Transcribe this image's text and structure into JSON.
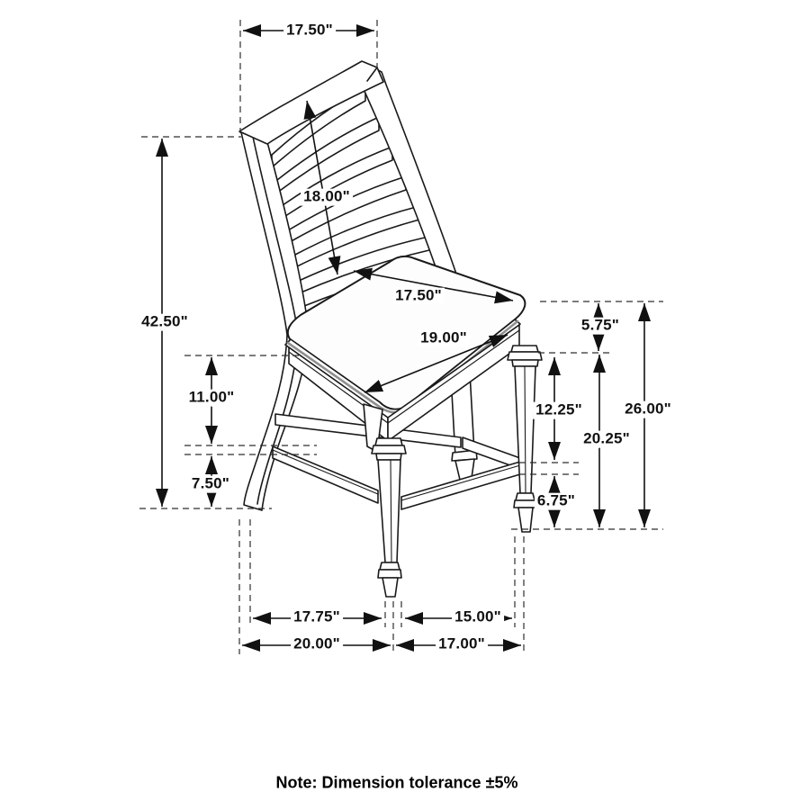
{
  "note": "Note: Dimension tolerance ±5%",
  "dims": {
    "top_width": "17.50\"",
    "backrest_height": "18.00\"",
    "overall_height": "42.50\"",
    "seat_width": "17.50\"",
    "seat_depth": "19.00\"",
    "seat_front_thickness": "5.75\"",
    "left_seat_to_stretcher": "11.00\"",
    "left_stretcher_to_floor": "7.50\"",
    "right_seat_to_stretcher": "12.25\"",
    "underseat_to_floor": "20.25\"",
    "seat_height": "26.00\"",
    "right_stretcher_to_floor": "6.75\"",
    "front_foot_span": "17.75\"",
    "side_foot_span": "15.00\"",
    "base_depth": "20.00\"",
    "base_width": "17.00\""
  }
}
